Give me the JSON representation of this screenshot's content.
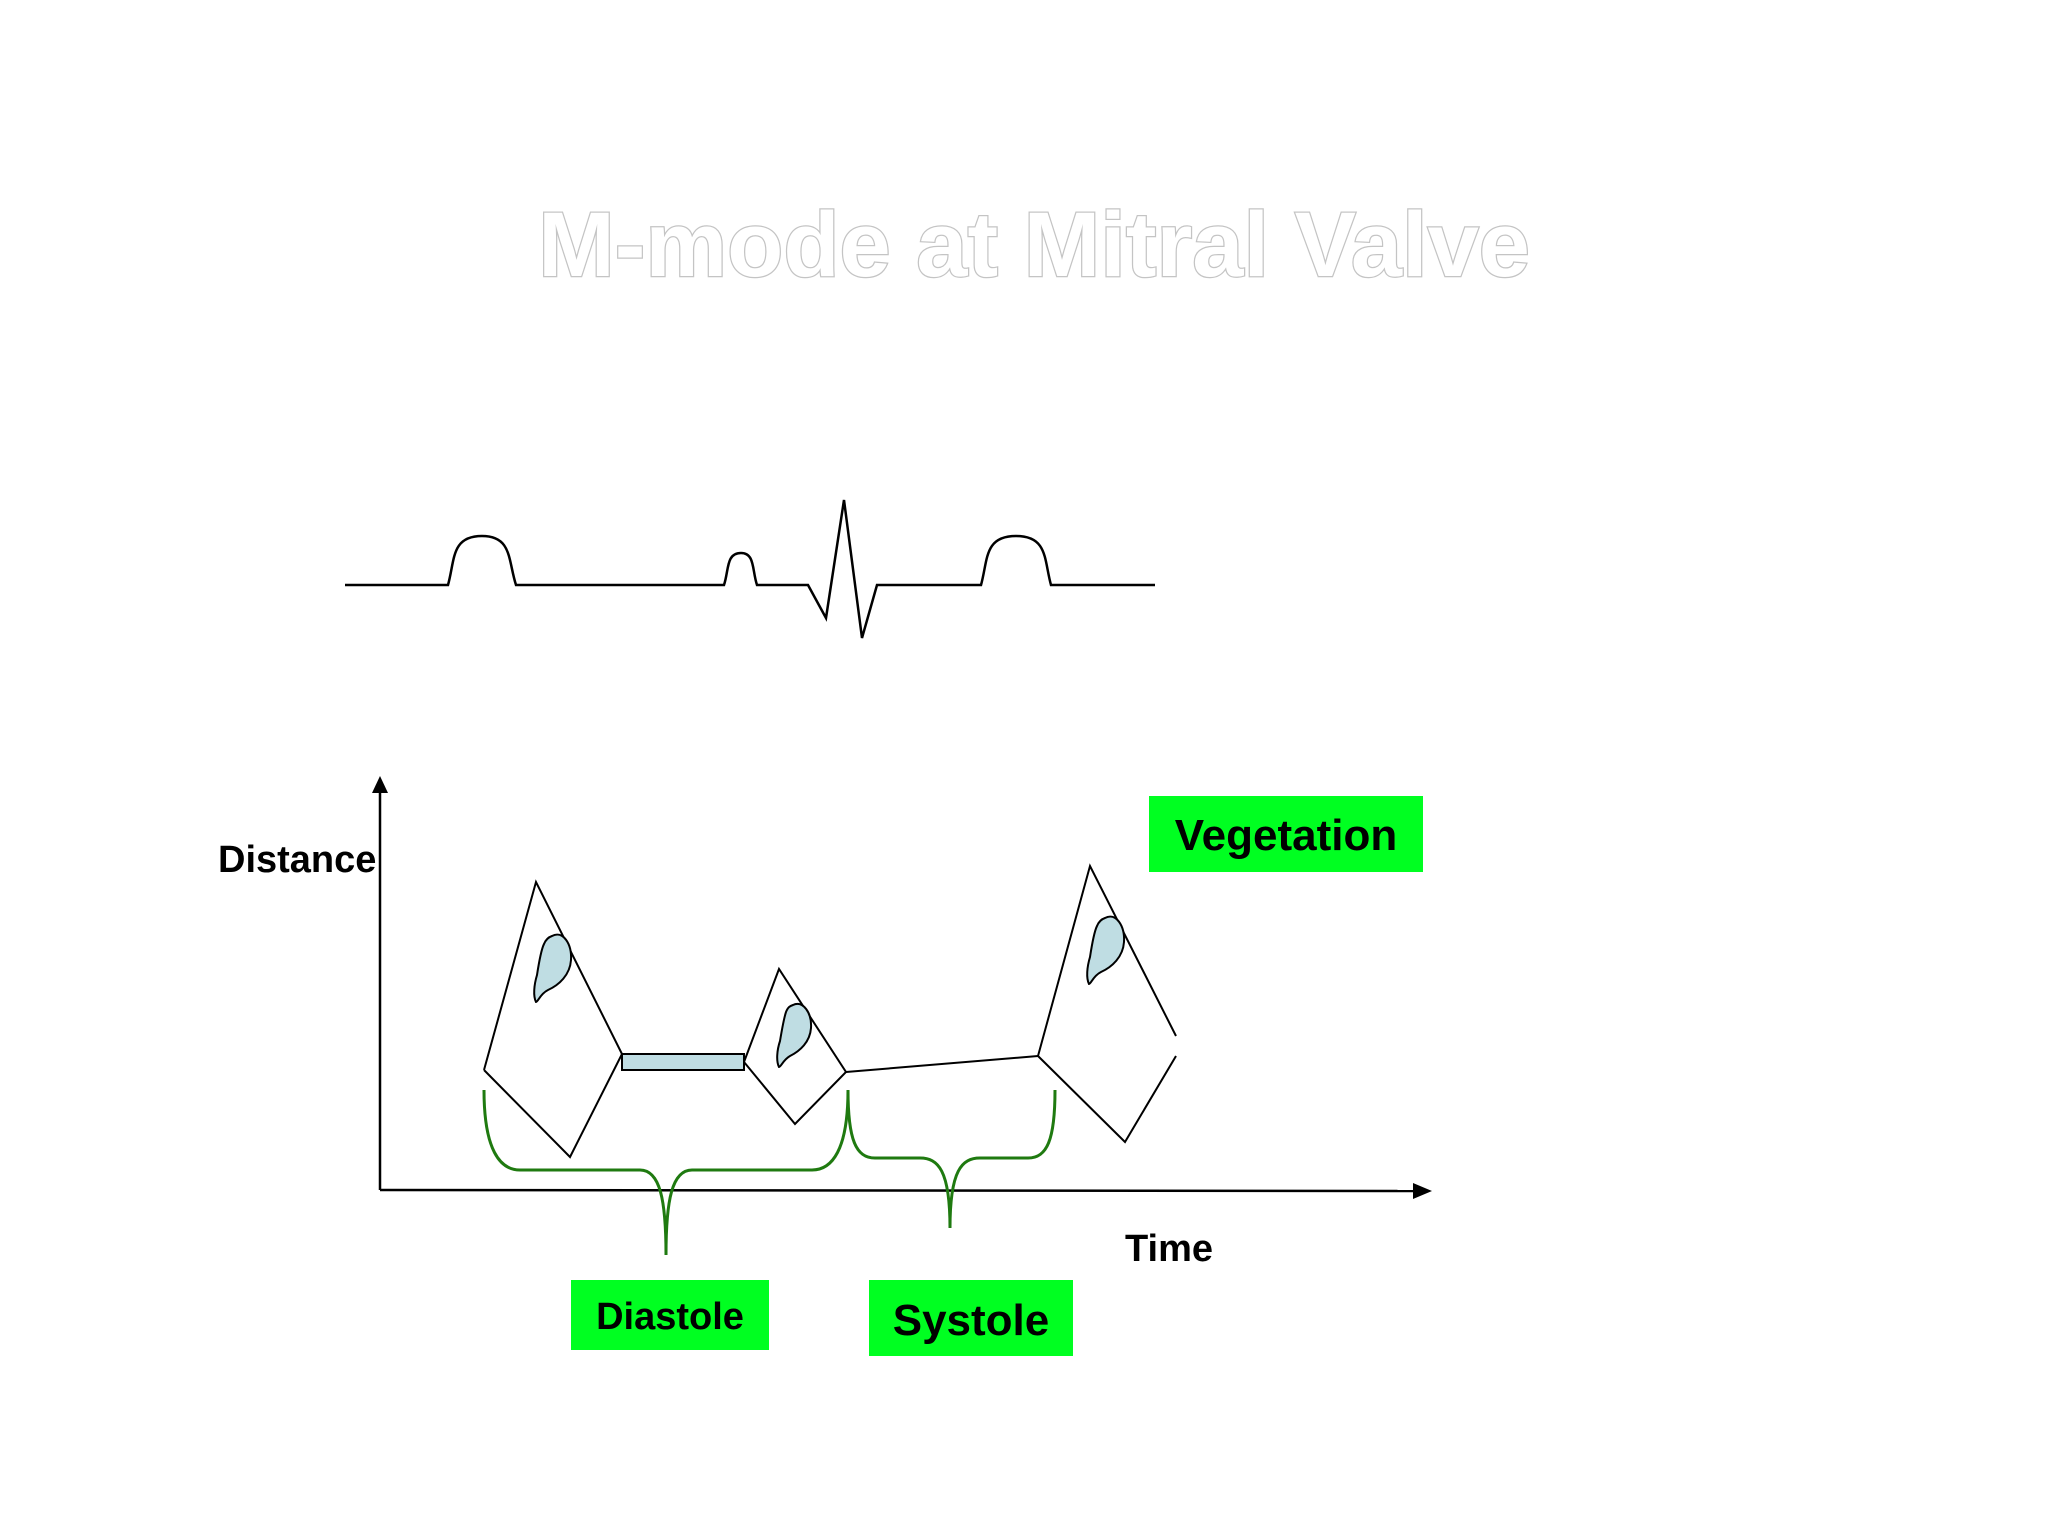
{
  "slide": {
    "title": "M-mode at Mitral Valve"
  },
  "axes": {
    "y_label": "Distance",
    "x_label": "Time"
  },
  "labels": {
    "vegetation": "Vegetation",
    "diastole": "Diastole",
    "systole": "Systole"
  },
  "colors": {
    "label_background": "#00ff21",
    "brace": "#1f7a10",
    "vegetation_fill": "#bfdde3",
    "title_outline": "#c4c4c4",
    "line": "#000000"
  }
}
